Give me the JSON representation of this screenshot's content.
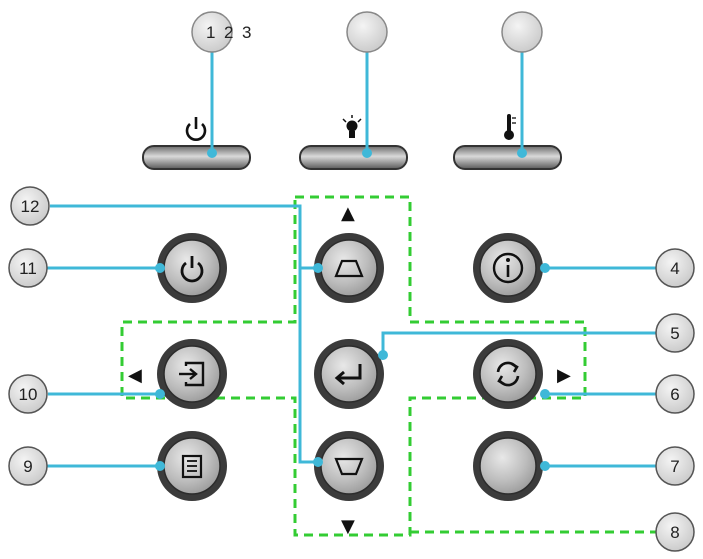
{
  "diagram": {
    "indicators": [
      {
        "name": "power-led",
        "callout_label": "1",
        "icon": "power-icon"
      },
      {
        "name": "lamp-led",
        "callout_label": "",
        "icon": "bulb-icon"
      },
      {
        "name": "temp-led",
        "callout_label": "",
        "icon": "thermometer-icon"
      }
    ],
    "led_label_extra": [
      "2",
      "3"
    ],
    "callouts": {
      "c4": "4",
      "c5": "5",
      "c6": "6",
      "c7": "7",
      "c8": "8",
      "c9": "9",
      "c10": "10",
      "c11": "11",
      "c12": "12"
    },
    "buttons": [
      {
        "name": "power-button",
        "icon": "power-icon"
      },
      {
        "name": "keystone-up-button",
        "icon": "trapezoid-up-icon"
      },
      {
        "name": "info-button",
        "icon": "info-icon"
      },
      {
        "name": "source-button",
        "icon": "input-source-icon"
      },
      {
        "name": "enter-button",
        "icon": "enter-icon"
      },
      {
        "name": "resync-button",
        "icon": "resync-icon"
      },
      {
        "name": "menu-button",
        "icon": "menu-icon"
      },
      {
        "name": "keystone-down-button",
        "icon": "trapezoid-down-icon"
      },
      {
        "name": "blank-button",
        "icon": ""
      }
    ],
    "arrows": {
      "up": "▲",
      "down": "▼",
      "left": "◀",
      "right": "▶"
    },
    "colors": {
      "leader_line": "#3fb8d8",
      "dashed_box": "#33cc33",
      "button_face": "#b8b8b8",
      "button_ring": "#555555"
    }
  }
}
